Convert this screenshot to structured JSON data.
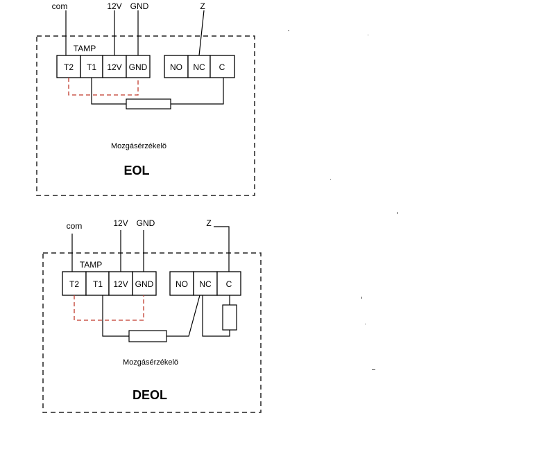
{
  "diagrams": [
    {
      "id": "eol",
      "title": "EOL",
      "caption": "Mozgásérzékelö",
      "group_label": "TAMP",
      "terminals_left": [
        "T2",
        "T1",
        "12V",
        "GND"
      ],
      "terminals_right": [
        "NO",
        "NC",
        "C"
      ],
      "wires": {
        "com": "com",
        "v12": "12V",
        "gnd": "GND",
        "z": "Z"
      }
    },
    {
      "id": "deol",
      "title": "DEOL",
      "caption": "Mozgásérzékelö",
      "group_label": "TAMP",
      "terminals_left": [
        "T2",
        "T1",
        "12V",
        "GND"
      ],
      "terminals_right": [
        "NO",
        "NC",
        "C"
      ],
      "wires": {
        "com": "com",
        "v12": "12V",
        "gnd": "GND",
        "z": "Z"
      }
    }
  ],
  "colors": {
    "line": "#000000",
    "tamper_loop": "#c0392b",
    "frame": "#222222"
  }
}
